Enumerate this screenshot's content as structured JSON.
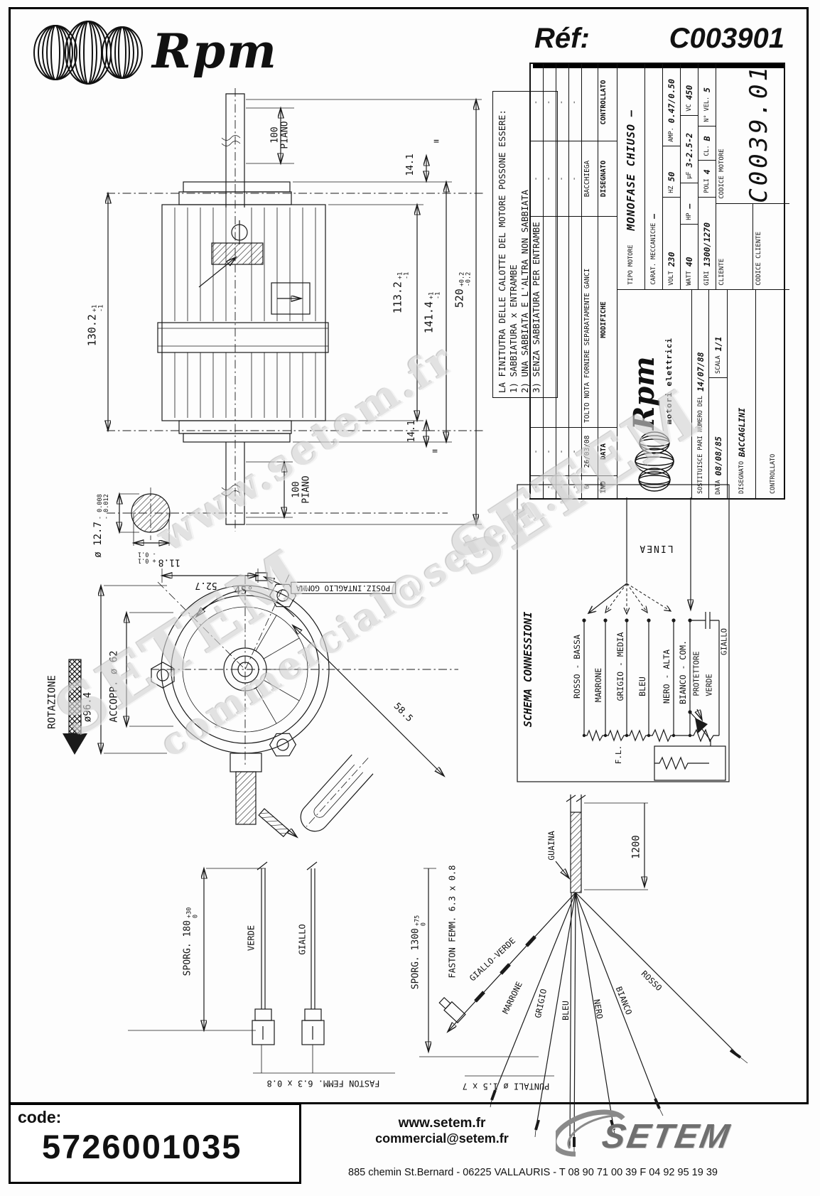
{
  "header": {
    "brand": "Rpm",
    "ref_label": "Réf:",
    "ref_value": "C003901"
  },
  "note": {
    "title": "LA FINITUTRA DELLE CALOTTE DEL MOTORE POSSONE ESSERE:",
    "items": [
      "1) SABBIATURA x ENTRAMBE",
      "2) UNA SABBIATA E L'ALTRA NON SABBIATA",
      "3) SENZA SABBIATURA PER ENTRAMBE"
    ]
  },
  "titleblock": {
    "revisions": {
      "headers": {
        "ind": "IND",
        "data": "DATA",
        "modifiche": "MODIFICHE",
        "disegnato": "DISEGNATO",
        "controllato": "CONTROLLATO"
      },
      "rows": [
        {
          "ind": "-",
          "data": "-",
          "modifiche": "",
          "disegnato": "-",
          "controllato": "-"
        },
        {
          "ind": "-",
          "data": "-",
          "modifiche": "",
          "disegnato": "-",
          "controllato": "-"
        },
        {
          "ind": "-",
          "data": "-",
          "modifiche": "",
          "disegnato": "-",
          "controllato": "-"
        },
        {
          "ind": "-",
          "data": "-",
          "modifiche": "",
          "disegnato": "-",
          "controllato": "-"
        },
        {
          "ind": "6",
          "data": "26/03/08",
          "modifiche": "TOLTO NOTA FORNIRE SEPARATAMENTE GANCI",
          "disegnato": "BACCHIEGA",
          "controllato": ""
        }
      ]
    },
    "logo_brand": "Rpm",
    "logo_sub": "motori elettrici",
    "sostituisce_label": "SOSTITUISCE PARI NUMERO DEL",
    "sostituisce_value": "14/07/88",
    "data_label": "DATA",
    "data_value": "08/08/85",
    "scala_label": "SCALA",
    "scala_value": "1/1",
    "disegnato_label": "DISEGNATO",
    "disegnato_value": "BACCAGLINI",
    "controllato_label": "CONTROLLATO",
    "controllato_value": "",
    "tipo_label": "TIPO MOTORE",
    "tipo_value": "MONOFASE CHIUSO",
    "tipo_dash": "  —",
    "carat_label": "CARAT. MECCANICHE",
    "carat_value": "—",
    "specs": [
      [
        {
          "l": "VOLT",
          "v": "230"
        },
        {
          "l": "HZ",
          "v": "50"
        },
        {
          "l": "AMP.",
          "v": "0.47/0.50"
        }
      ],
      [
        {
          "l": "WATT",
          "v": "40"
        },
        {
          "l": "HP",
          "v": "—"
        },
        {
          "l": "µF",
          "v": "3-2.5-2"
        },
        {
          "l": "VC",
          "v": "450"
        }
      ],
      [
        {
          "l": "GIRI",
          "v": "1300/1270"
        },
        {
          "l": "POLI",
          "v": "4"
        },
        {
          "l": "CL.",
          "v": "B"
        },
        {
          "l": "N° VEL.",
          "v": "5"
        }
      ]
    ],
    "cliente_label": "CLIENTE",
    "codice_cliente_label": "CODICE CLIENTE",
    "codice_motore_label": "CODICE MOTORE",
    "codice_motore_value": "C0039.01"
  },
  "dims": {
    "p100": "100",
    "piano": "PIANO",
    "d14": "14.1",
    "eq": "=",
    "d1302": "130.2",
    "d1132": "113.2",
    "d1414": "141.4",
    "d520": "520",
    "tp1": "+1",
    "tm1": "-1",
    "tp02": "+0.2",
    "tm02": "-0.2",
    "d127": "ø 12.7",
    "t008": "- 0.008",
    "t012": "- 0.012",
    "d118": "11.8",
    "tp01": "+ 0.1",
    "tm01": "- 0.1",
    "rotazione": "ROTAZIONE",
    "d964": "ø96.4",
    "accopp": "ACCOPP. ø 62",
    "d527": "52.7",
    "d45": "45°",
    "posiz": "POSIZ.INTAGLIO GOMMA",
    "d585": "58.5"
  },
  "schema": {
    "title": "SCHEMA CONNESSIONI",
    "linea": "LINEA",
    "fl": "F.L.",
    "wires": [
      "ROSSO - BASSA",
      "MARRONE",
      "GRIGIO - MEDIA",
      "BLEU",
      "NERO - ALTA",
      "BIANCO - COM."
    ],
    "protettore": "PROTETTORE",
    "verde": "VERDE",
    "giallo": "GIALLO"
  },
  "cable": {
    "guaina": "GUAINA",
    "len": "1200",
    "sporg180": "SPORG. 180",
    "sporg180_tp": "+30",
    "sporg180_tm": "0",
    "sporg1300": "SPORG. 1300",
    "sporg1300_tp": "+75",
    "sporg1300_tm": "0",
    "verde": "VERDE",
    "giallo": "GIALLO",
    "faston": "FASTON FEMM. 6.3 x 0.8",
    "puntali": "PUNTALI ø 1.5 x 7",
    "fan": [
      "GIALLO-VERDE",
      "MARRONE",
      "GRIGIO",
      "BLEU",
      "NERO",
      "BIANCO",
      "ROSSO"
    ]
  },
  "watermarks": [
    "www.setem.fr",
    "SETEM",
    "commercial@setem.fr",
    "SETEM"
  ],
  "footer": {
    "code_label": "code:",
    "code_value": "5726001035",
    "site": "www.setem.fr",
    "email": "commercial@setem.fr",
    "address": "885 chemin St.Bernard  -  06225 VALLAURIS  -  T 08 90 71 00 39   F 04 92 95 19 39",
    "logo": "SETEM"
  }
}
